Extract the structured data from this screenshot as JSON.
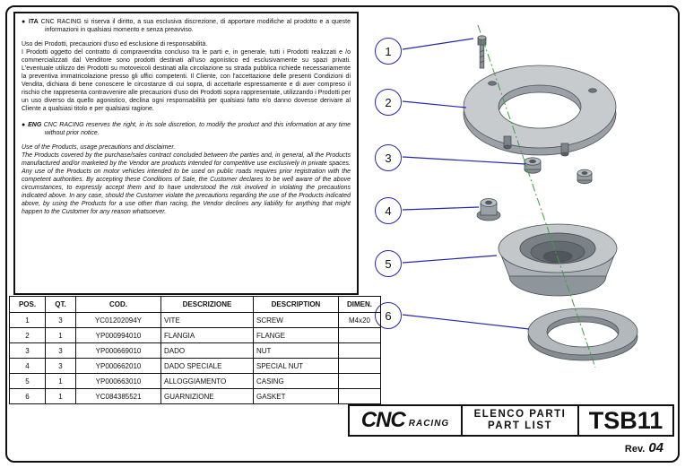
{
  "disclaimer": {
    "ita_label": "● ITA",
    "ita_header": "CNC RACING si riserva il diritto, a sua esclusiva discrezione, di apportare modifiche al prodotto e a queste informazioni in qualsiasi momento e senza preavviso.",
    "ita_title": "Uso dei Prodotti, precauzioni d'uso ed esclusione di responsabilità.",
    "ita_body": "I Prodotti oggetto del contratto di compravendita concluso tra le parti e, in generale, tutti i Prodotti realizzati e /o commercializzati dal Venditore sono prodotti destinati all'uso agonistico ed esclusivamente su spazi privati. L'eventuale utilizzo dei Prodotti su motoveicoli destinati alla circolazione su strada pubblica richiede necessariamente la preventiva immatricolazione presso gli uffici competenti. Il Cliente, con l'accettazione delle presenti Condizioni di Vendita, dichiara di bene conoscere le circostanze di cui sopra, di accettarle espressamente e di aver compreso il rischio che rappresenta contravvenire alle precauzioni d'uso dei Prodotti sopra rappresentate, utilizzando i Prodotti per un uso diverso da quello agonistico, declina ogni responsabilità per qualsiasi fatto e/o danno dovesse derivare al Cliente a qualsiasi titolo e per qualsiasi ragione.",
    "eng_label": "● ENG",
    "eng_header": "CNC RACING reserves the right, in its sole discretion, to modify the product and this information at any time without prior notice.",
    "eng_title": "Use of the Products, usage precautions and disclaimer.",
    "eng_body": "The Products covered by the purchase/sales contract concluded between the parties and, in general, all the Products manufactured and/or marketed by the Vendor are products intended for competitive use exclusively in private spaces. Any use of the Products on motor vehicles intended to be used on public roads requires prior registration with the competent authorities. By accepting these Conditions of Sale, the Customer declares to be well aware of the above circumstances, to expressly accept them and to have understood the risk involved in violating the precautions indicated above. In any case, should the Customer violate the precautions regarding the use of the Products indicated above, by using the Products for a use other than racing, the Vendor declines any liability for anything that might happen to the Customer for any reason whatsoever."
  },
  "callouts": [
    "1",
    "2",
    "3",
    "4",
    "5",
    "6"
  ],
  "table": {
    "headers": [
      "POS.",
      "QT.",
      "COD.",
      "DESCRIZIONE",
      "DESCRIPTION",
      "DIMEN."
    ],
    "rows": [
      [
        "1",
        "3",
        "YC01202094Y",
        "VITE",
        "SCREW",
        "M4x20"
      ],
      [
        "2",
        "1",
        "YP000994010",
        "FLANGIA",
        "FLANGE",
        ""
      ],
      [
        "3",
        "3",
        "YP000669010",
        "DADO",
        "NUT",
        ""
      ],
      [
        "4",
        "3",
        "YP000662010",
        "DADO SPECIALE",
        "SPECIAL NUT",
        ""
      ],
      [
        "5",
        "1",
        "YP000663010",
        "ALLOGGIAMENTO",
        "CASING",
        ""
      ],
      [
        "6",
        "1",
        "YC084385521",
        "GUARNIZIONE",
        "GASKET",
        ""
      ]
    ]
  },
  "footer": {
    "brand_cnc": "CNC",
    "brand_racing": "RACING",
    "list_title_line1": "ELENCO PARTI",
    "list_title_line2": "PART LIST",
    "part_code": "TSB11",
    "rev_label": "Rev.",
    "rev_value": "04"
  },
  "colors": {
    "leader_line": "#2525b0",
    "callout_border": "#2525b0",
    "centerline_green": "#3f9e3f",
    "part_light": "#c7cbce",
    "part_mid": "#9aa1a7",
    "part_dark": "#7a8187",
    "frame_border": "#111111"
  }
}
